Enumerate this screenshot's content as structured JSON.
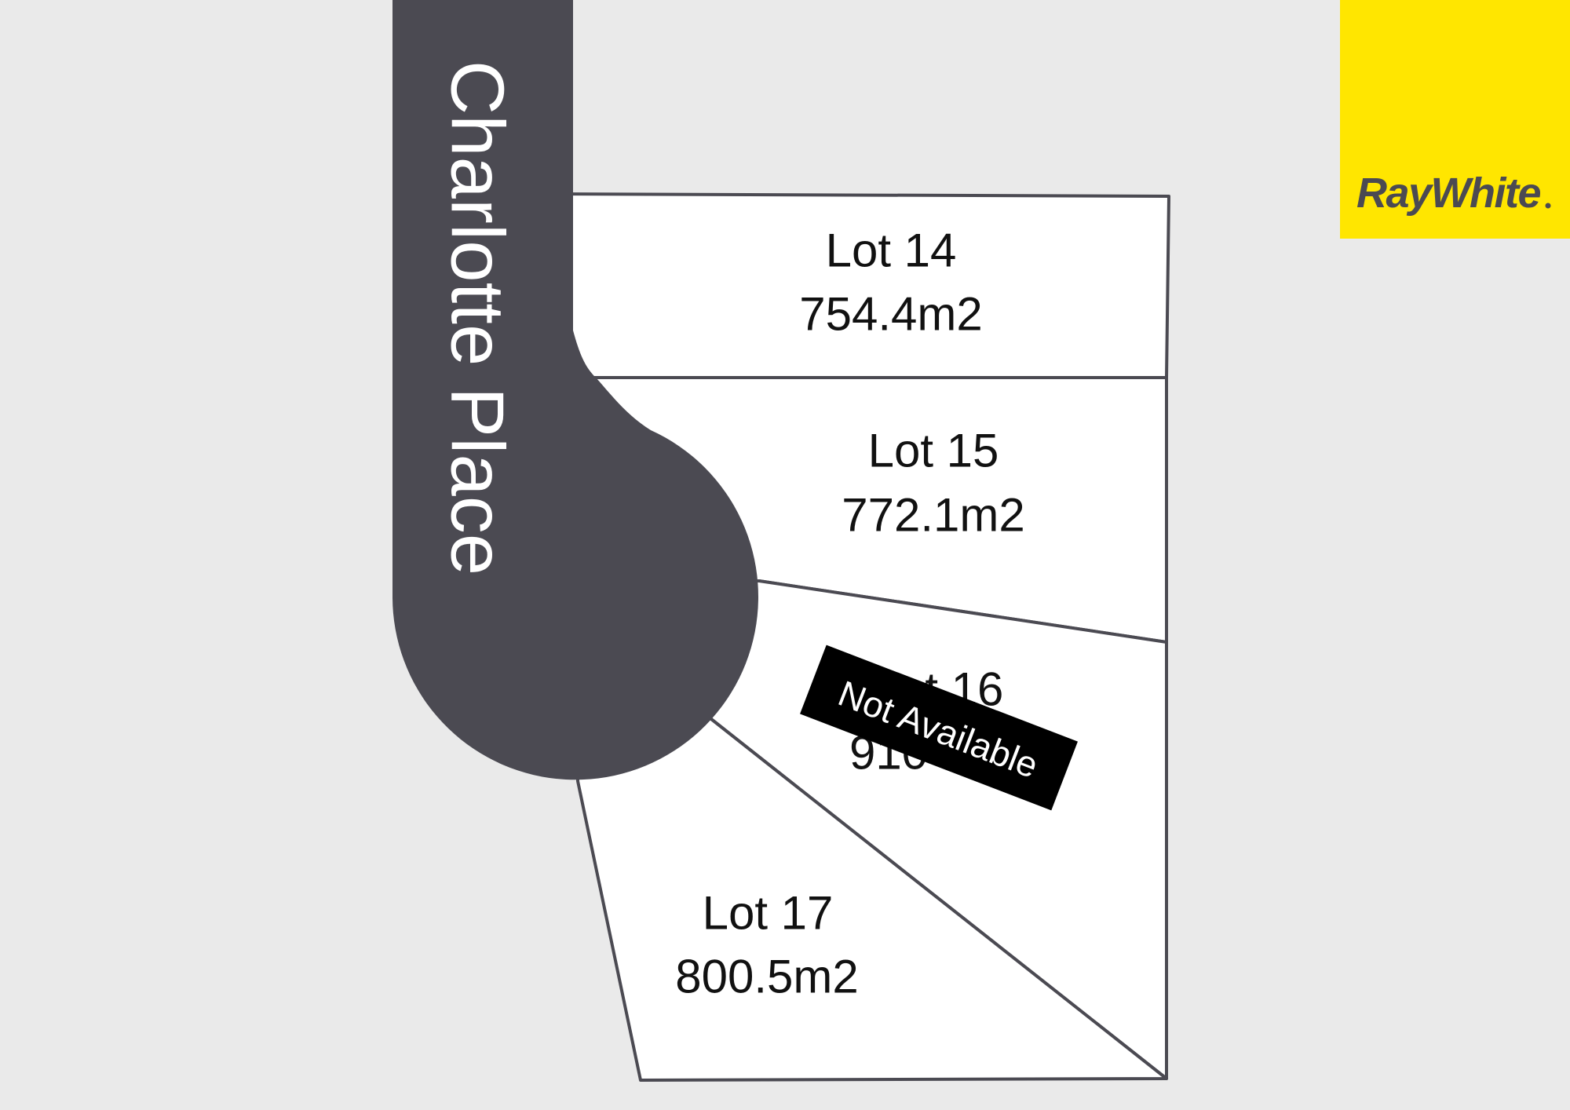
{
  "map": {
    "background_color": "#EAEAEA",
    "road_color": "#4B4A52",
    "lot_fill": "#FFFFFF",
    "boundary_color": "#4B4A52"
  },
  "street": {
    "name": "Charlotte Place"
  },
  "lots": [
    {
      "label": "Lot 14",
      "area": "754.4m2"
    },
    {
      "label": "Lot 15",
      "area": "772.1m2"
    },
    {
      "label": "Lot 16",
      "area": "910",
      "status": "Not Available"
    },
    {
      "label": "Lot 17",
      "area": "800.5m2"
    }
  ],
  "brand": {
    "name": "RayWhite",
    "color": "#FFE600",
    "text_color": "#4B4A52"
  }
}
